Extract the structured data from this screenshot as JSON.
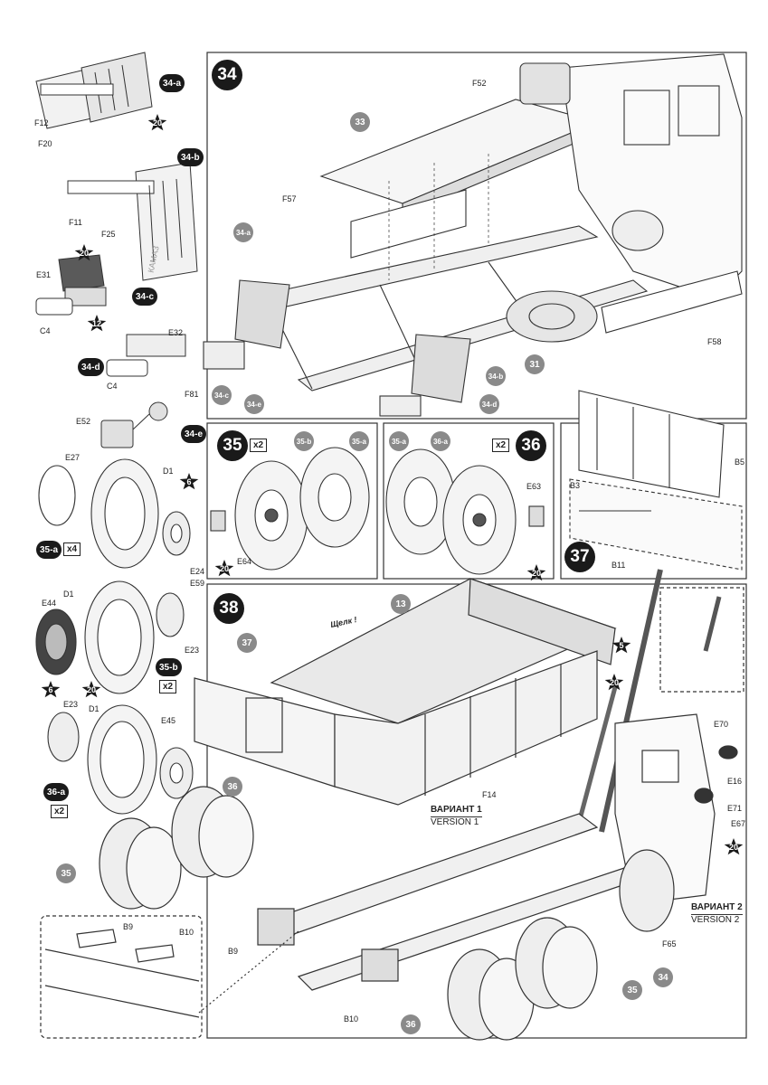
{
  "steps": {
    "s34": "34",
    "s35": "35",
    "s36": "36",
    "s37": "37",
    "s38": "38"
  },
  "sub_steps": {
    "a34a": "34-a",
    "a34b": "34-b",
    "a34c": "34-c",
    "a34d": "34-d",
    "a34e": "34-e",
    "a35a": "35-a",
    "a35b": "35-b",
    "a36a": "36-a"
  },
  "multipliers": {
    "m35": "x2",
    "m36": "x2",
    "m35a": "x4",
    "m35b": "x2",
    "m36a": "x2"
  },
  "paint_refs": {
    "p20a": "20",
    "p20b": "20",
    "p12": "12",
    "p6a": "6",
    "p6b": "6",
    "p20c": "20",
    "p20d": "20",
    "p20e": "20",
    "p5": "5",
    "p20f": "20",
    "p20g": "20"
  },
  "part_labels": {
    "F12": "F12",
    "F20": "F20",
    "F11": "F11",
    "F25": "F25",
    "E31": "E31",
    "C4a": "C4",
    "E32": "E32",
    "C4b": "C4",
    "F81": "F81",
    "E52": "E52",
    "E27": "E27",
    "D1a": "D1",
    "E24": "E24",
    "E59": "E59",
    "E44": "E44",
    "D1b": "D1",
    "E23a": "E23",
    "E23b": "E23",
    "D1c": "D1",
    "E45": "E45",
    "F52": "F52",
    "F57": "F57",
    "F58": "F58",
    "E64": "E64",
    "E63": "E63",
    "B3": "B3",
    "B5": "B5",
    "B11": "B11",
    "E70": "E70",
    "E16": "E16",
    "E71": "E71",
    "E67": "E67",
    "F14": "F14",
    "F65": "F65",
    "B9a": "B9",
    "B10a": "B10",
    "B9b": "B9",
    "B10b": "B10"
  },
  "circle_refs": {
    "c33": "33",
    "c34a": "34-a",
    "c31": "31",
    "c34b": "34-b",
    "c34c": "34-c",
    "c34d": "34-d",
    "c34e": "34-e",
    "c35b": "35-b",
    "c35a1": "35-a",
    "c35a2": "35-a",
    "c36a": "36-a",
    "c13": "13",
    "c37": "37",
    "c36x": "36",
    "c35x": "35",
    "c34x": "34",
    "c35y": "35",
    "c36y": "36"
  },
  "variants": {
    "v1_ru": "ВАРИАНТ 1",
    "v1_en": "VERSION 1",
    "v2_ru": "ВАРИАНТ 2",
    "v2_en": "VERSION 2"
  },
  "click_text": "Щелк !",
  "brand": "КАМАЗ",
  "colors": {
    "line": "#222222",
    "step_fill": "#1a1a1a",
    "ref_circle": "#8a8a8a",
    "body_fill": "#e9e9e9"
  }
}
